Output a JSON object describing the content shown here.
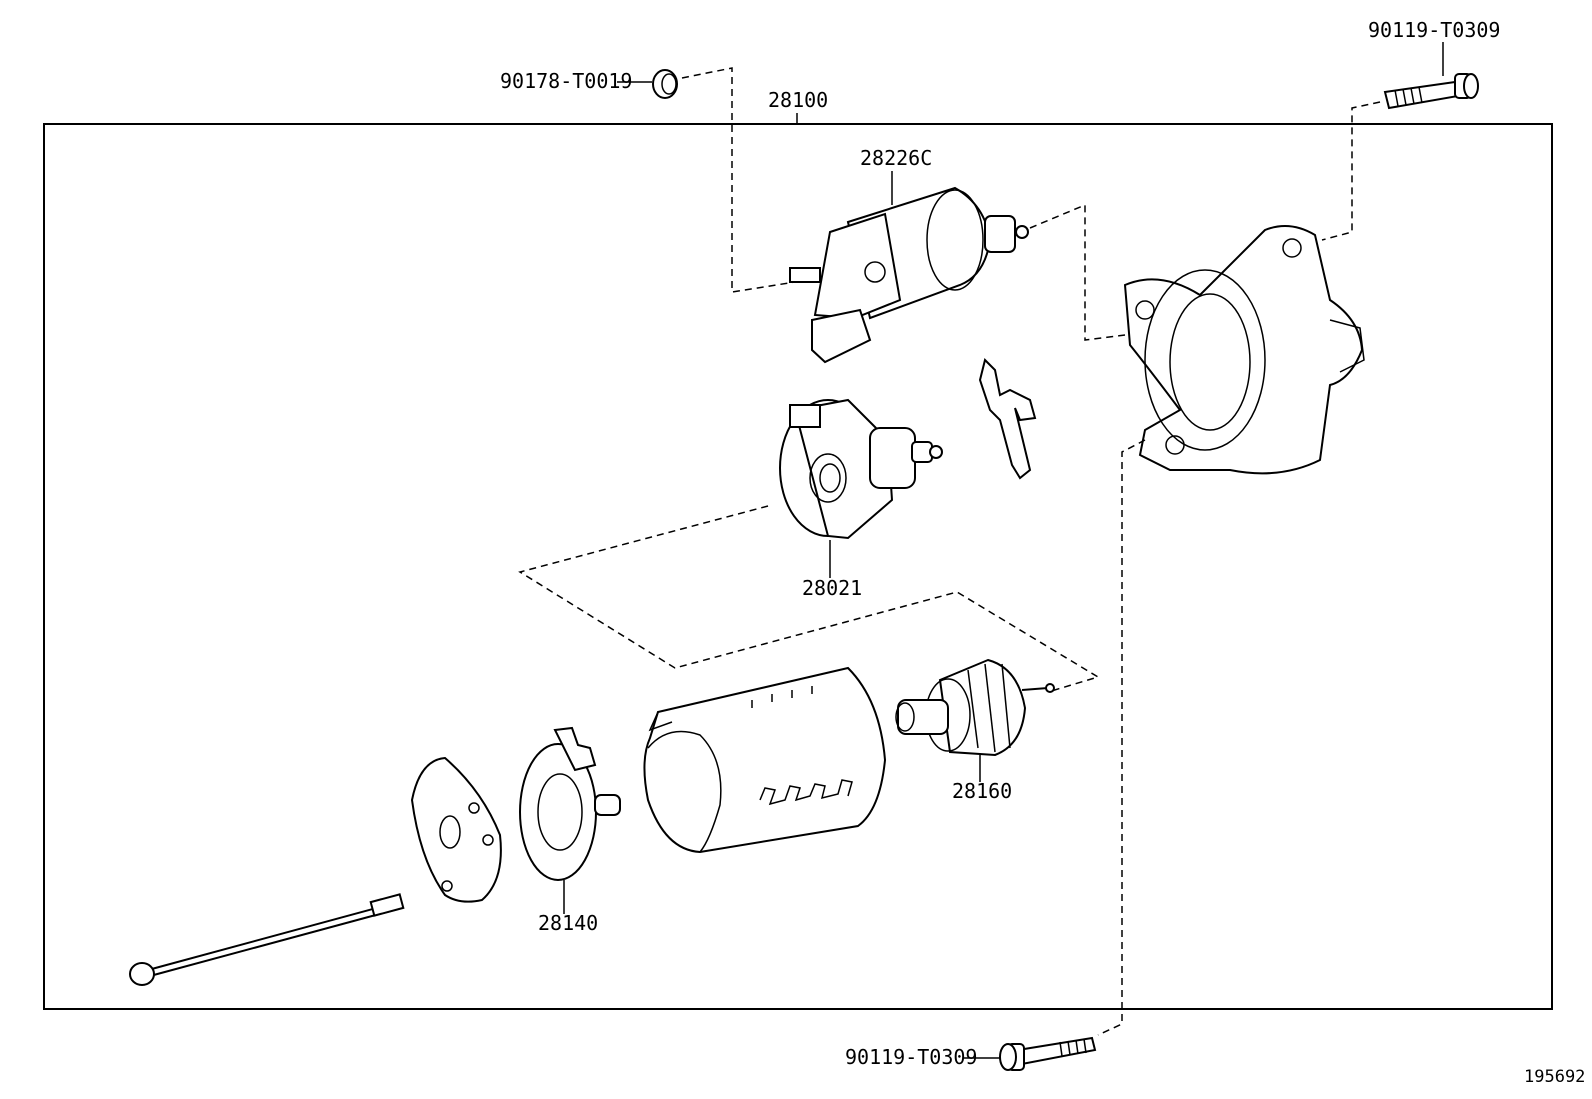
{
  "labels": {
    "assembly": "28100",
    "nut_top": "90178-T0019",
    "bolt_top_right": "90119-T0309",
    "bolt_bottom": "90119-T0309",
    "solenoid": "28226C",
    "brush_holder": "28021",
    "armature": "28160",
    "end_frame": "28140",
    "figure_id": "195692"
  }
}
